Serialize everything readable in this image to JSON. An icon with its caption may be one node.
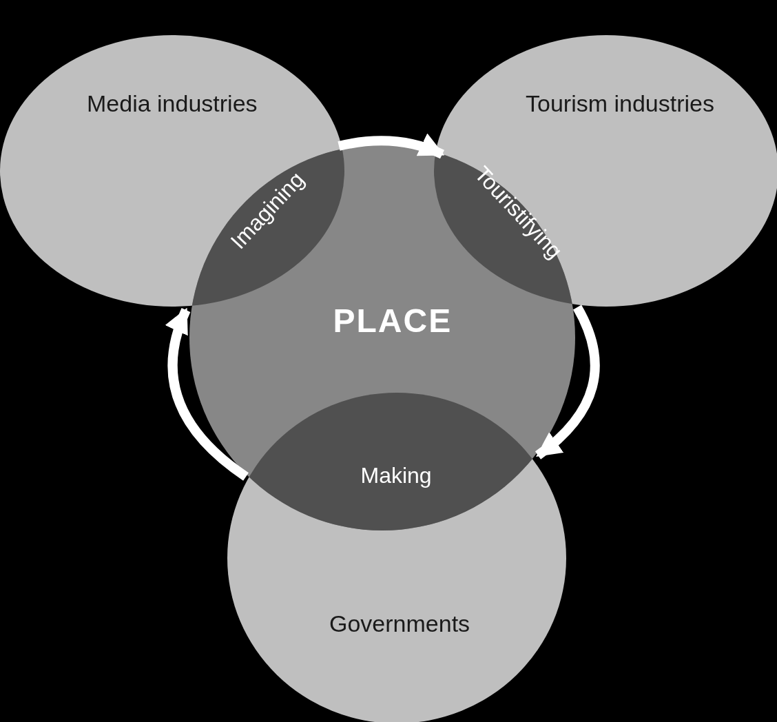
{
  "diagram": {
    "nodes": [
      {
        "text": [
          "Media industries"
        ]
      },
      {
        "text": [
          "Tourism industries"
        ]
      },
      {
        "text": [
          "PLACE"
        ]
      },
      {
        "text": [
          "Governments"
        ]
      },
      {
        "text": [
          "Imagining"
        ]
      },
      {
        "text": [
          "Touristifying"
        ]
      },
      {
        "text": [
          "Making"
        ]
      }
    ],
    "edges": [
      {
        "from": 4,
        "to": 5,
        "arrow": "to"
      },
      {
        "from": 5,
        "to": 6,
        "arrow": "to"
      },
      {
        "from": 6,
        "to": 4,
        "arrow": "to"
      }
    ]
  }
}
